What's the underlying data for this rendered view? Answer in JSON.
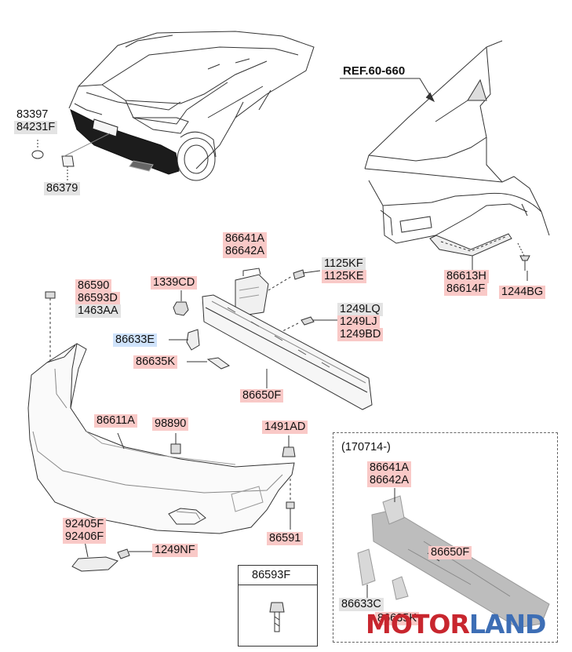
{
  "labels": {
    "l83397": "83397",
    "l84231F": "84231F",
    "l86379": "86379",
    "ref": "REF.60-660",
    "l86641A": "86641A",
    "l86642A": "86642A",
    "l1125KF": "1125KF",
    "l1125KE": "1125KE",
    "l86590": "86590",
    "l86593D": "86593D",
    "l1463AA": "1463AA",
    "l1339CD": "1339CD",
    "l86613H": "86613H",
    "l86614F": "86614F",
    "l1244BG": "1244BG",
    "l1249LQ": "1249LQ",
    "l1249LJ": "1249LJ",
    "l1249BD": "1249BD",
    "l86633E": "86633E",
    "l86635K": "86635K",
    "l86650F": "86650F",
    "l86611A": "86611A",
    "l98890": "98890",
    "l1491AD": "1491AD",
    "l86591": "86591",
    "l92405F": "92405F",
    "l92406F": "92406F",
    "l1249NF": "1249NF",
    "l86593F": "86593F",
    "variant_date": "(170714-)",
    "v86641A": "86641A",
    "v86642A": "86642A",
    "v86650F": "86650F",
    "v86633C": "86633C",
    "v86635K": "86635K"
  },
  "watermark": {
    "part1": "MOTOR",
    "part2": "LAND"
  },
  "colors": {
    "pink": "#f9c9c7",
    "gray": "#e3e3e3",
    "blue": "#cfe3fb",
    "logo_red": "#c8262e",
    "logo_blue": "#3d6eb5"
  }
}
